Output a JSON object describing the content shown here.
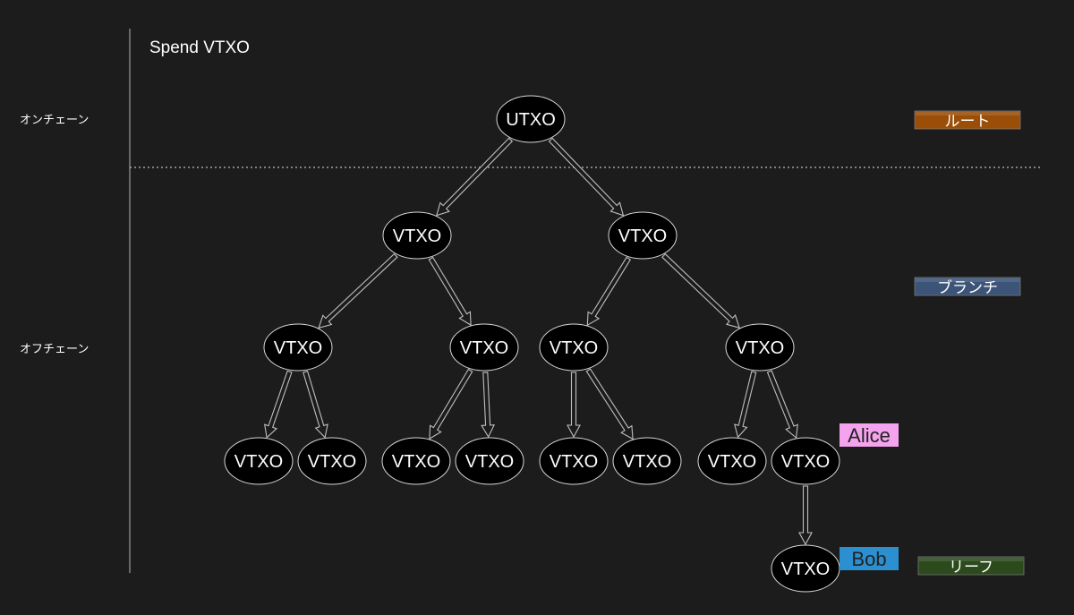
{
  "title": "Spend VTXO",
  "side_labels": {
    "onchain": "オンチェーン",
    "offchain": "オフチェーン"
  },
  "legend": [
    {
      "label": "ルート",
      "color": "#9a4e08"
    },
    {
      "label": "ブランチ",
      "color": "#3c5478"
    },
    {
      "label": "リーフ",
      "color": "#2c4a1c"
    }
  ],
  "tags": [
    {
      "label": "Alice",
      "color": "#f4a4ee"
    },
    {
      "label": "Bob",
      "color": "#2b8fd0"
    }
  ],
  "nodes": [
    {
      "id": "n0",
      "label": "UTXO"
    },
    {
      "id": "n1",
      "label": "VTXO"
    },
    {
      "id": "n2",
      "label": "VTXO"
    },
    {
      "id": "n3",
      "label": "VTXO"
    },
    {
      "id": "n4",
      "label": "VTXO"
    },
    {
      "id": "n5",
      "label": "VTXO"
    },
    {
      "id": "n6",
      "label": "VTXO"
    },
    {
      "id": "n7",
      "label": "VTXO"
    },
    {
      "id": "n8",
      "label": "VTXO"
    },
    {
      "id": "n9",
      "label": "VTXO"
    },
    {
      "id": "n10",
      "label": "VTXO"
    },
    {
      "id": "n11",
      "label": "VTXO"
    },
    {
      "id": "n12",
      "label": "VTXO"
    },
    {
      "id": "n13",
      "label": "VTXO"
    },
    {
      "id": "n14",
      "label": "VTXO"
    },
    {
      "id": "n15",
      "label": "VTXO"
    }
  ],
  "edges": [
    [
      "n0",
      "n1"
    ],
    [
      "n0",
      "n2"
    ],
    [
      "n1",
      "n3"
    ],
    [
      "n1",
      "n4"
    ],
    [
      "n2",
      "n5"
    ],
    [
      "n2",
      "n6"
    ],
    [
      "n3",
      "n7"
    ],
    [
      "n3",
      "n8"
    ],
    [
      "n4",
      "n9"
    ],
    [
      "n4",
      "n10"
    ],
    [
      "n5",
      "n11"
    ],
    [
      "n5",
      "n12"
    ],
    [
      "n6",
      "n13"
    ],
    [
      "n6",
      "n14"
    ],
    [
      "n14",
      "n15"
    ]
  ]
}
